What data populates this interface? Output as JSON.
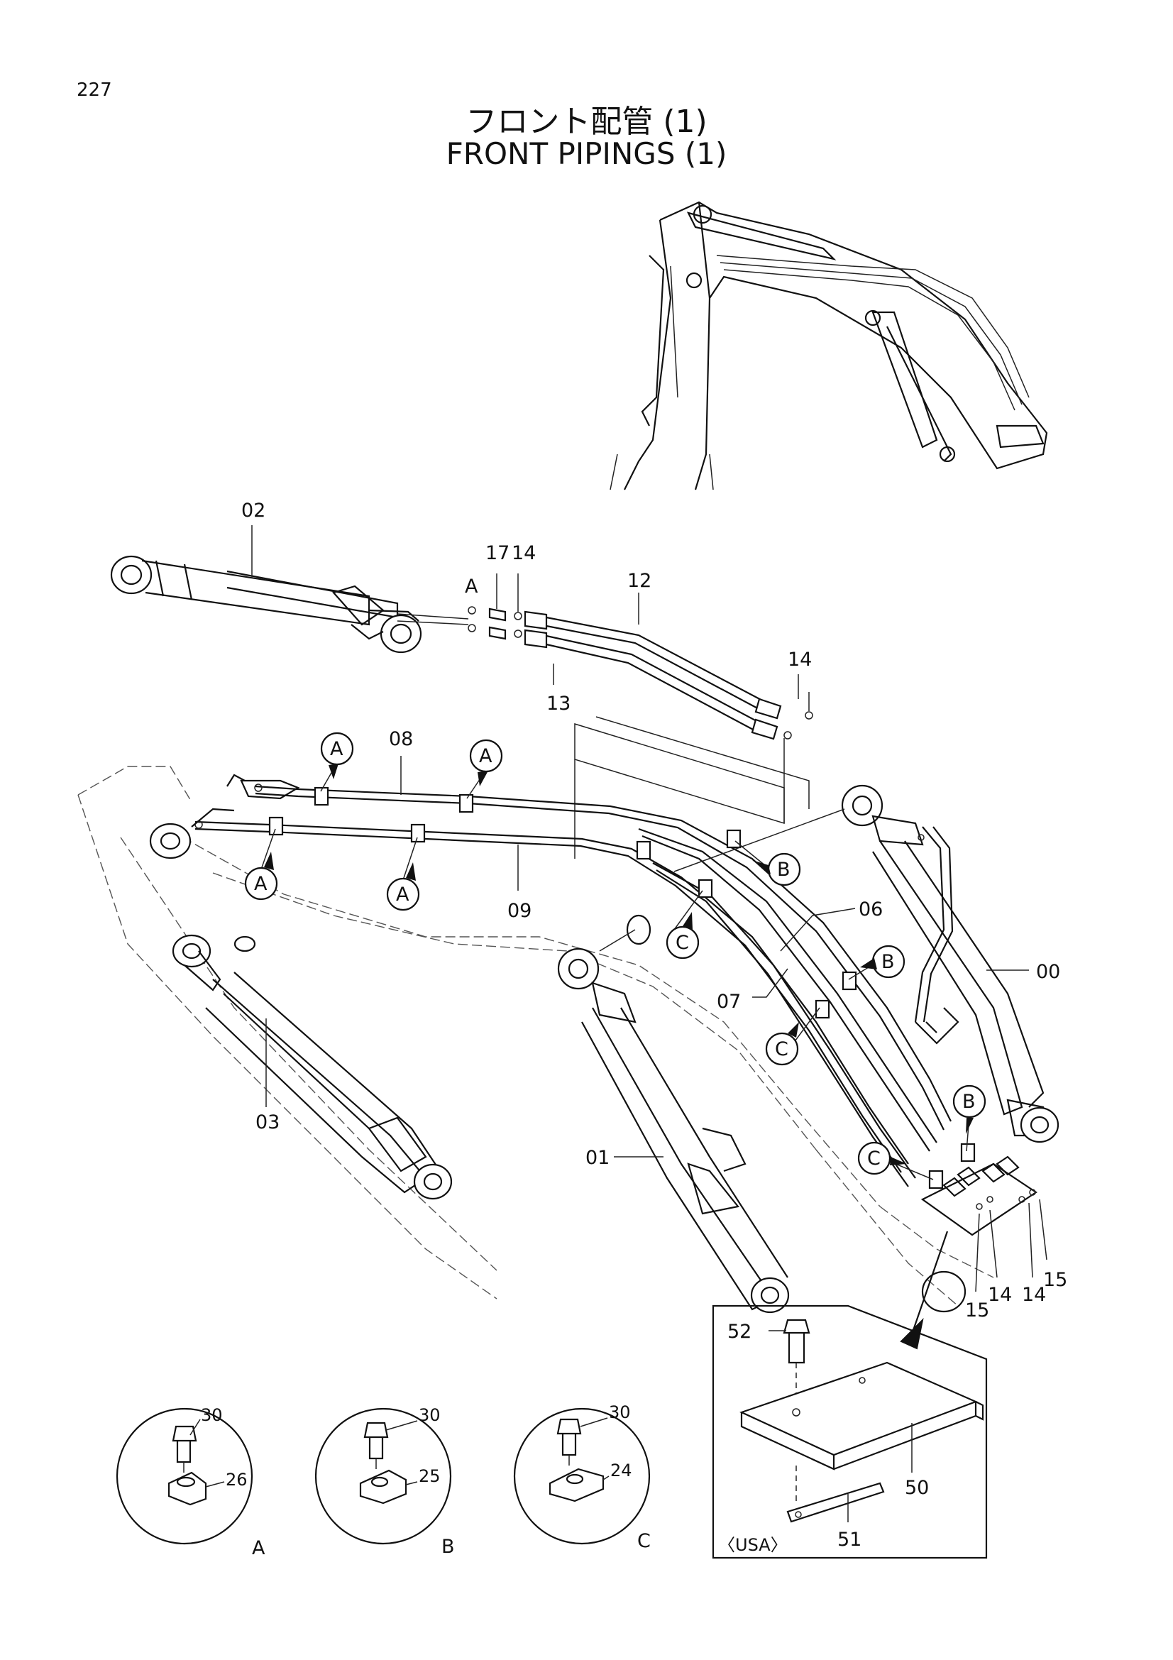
{
  "page": {
    "number": "227"
  },
  "title": {
    "japanese": "フロント配管 (1)",
    "english": "FRONT PIPINGS (1)"
  },
  "part_labels": {
    "p00": "00",
    "p01": "01",
    "p02": "02",
    "p03": "03",
    "p06": "06",
    "p07": "07",
    "p08": "08",
    "p09": "09",
    "p12": "12",
    "p13": "13",
    "p14a": "14",
    "p14b": "14",
    "p14c": "14",
    "p14d": "14",
    "p15a": "15",
    "p15b": "15",
    "p17": "17",
    "p50": "50",
    "p51": "51",
    "p52": "52"
  },
  "clamp_markers": {
    "a": "A",
    "b": "B",
    "c": "C"
  },
  "detail_views": {
    "a": {
      "letter": "A",
      "bolt": "30",
      "clamp": "26"
    },
    "b": {
      "letter": "B",
      "bolt": "30",
      "clamp": "25"
    },
    "c": {
      "letter": "C",
      "bolt": "30",
      "clamp": "24"
    }
  },
  "usa_detail": {
    "tag": "〈USA〉"
  }
}
